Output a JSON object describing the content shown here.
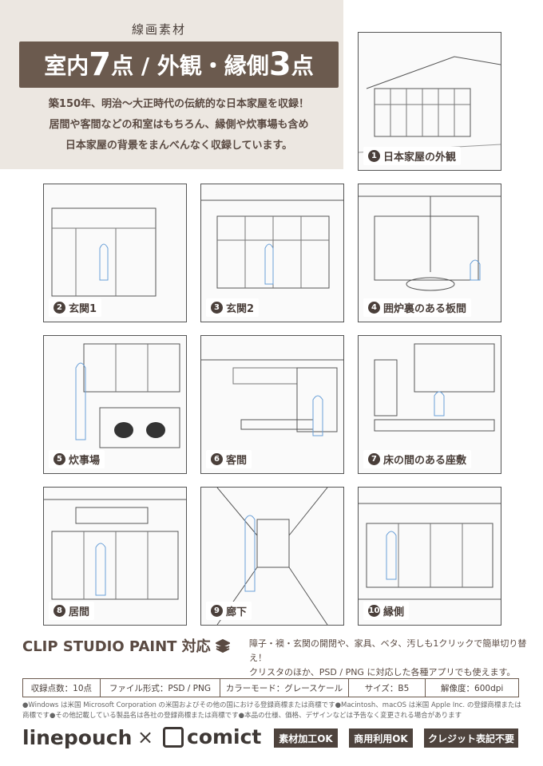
{
  "header": {
    "kicker": "線画素材",
    "headline_a": "室内",
    "headline_num1": "7",
    "headline_b": "点 / 外観・縁側",
    "headline_num2": "3",
    "headline_c": "点",
    "intro": [
      "築150年、明治〜大正時代の伝統的な日本家屋を収録！",
      "居間や客間などの和室はもちろん、縁側や炊事場も含め",
      "日本家屋の背景をまんべんなく収録しています。"
    ]
  },
  "panels": [
    {
      "num": "1",
      "label": "日本家屋の外観"
    },
    {
      "num": "2",
      "label": "玄関1"
    },
    {
      "num": "3",
      "label": "玄関2"
    },
    {
      "num": "4",
      "label": "囲炉裏のある板間"
    },
    {
      "num": "5",
      "label": "炊事場"
    },
    {
      "num": "6",
      "label": "客間"
    },
    {
      "num": "7",
      "label": "床の間のある座敷"
    },
    {
      "num": "8",
      "label": "居間"
    },
    {
      "num": "9",
      "label": "廊下"
    },
    {
      "num": "10",
      "label": "縁側"
    }
  ],
  "footer": {
    "csp_title": "CLIP STUDIO PAINT 対応",
    "csp_desc_1": "障子・襖・玄関の開閉や、家具、ベタ、汚しも1クリックで簡単切り替え！",
    "csp_desc_2": "クリスタのほか、PSD / PNG に対応した各種アプリでも使えます。",
    "spec": [
      "収録点数：10点",
      "ファイル形式：PSD / PNG",
      "カラーモード：グレースケール",
      "サイズ：B5",
      "解像度：600dpi"
    ],
    "note_1": "●Windows は米国 Microsoft Corporation の米国およびその他の国における登録商標または商標です●Macintosh、macOS は米国 Apple Inc. の登録商標または",
    "note_2": "商標です●その他記載している製品名は各社の登録商標または商標です●本品の仕様、価格、デザインなどは予告なく変更される場合があります",
    "brand_1": "linepouch",
    "cross": "×",
    "brand_2": "comict",
    "badges": [
      "素材加工OK",
      "商用利用OK",
      "クレジット表記不要"
    ]
  }
}
